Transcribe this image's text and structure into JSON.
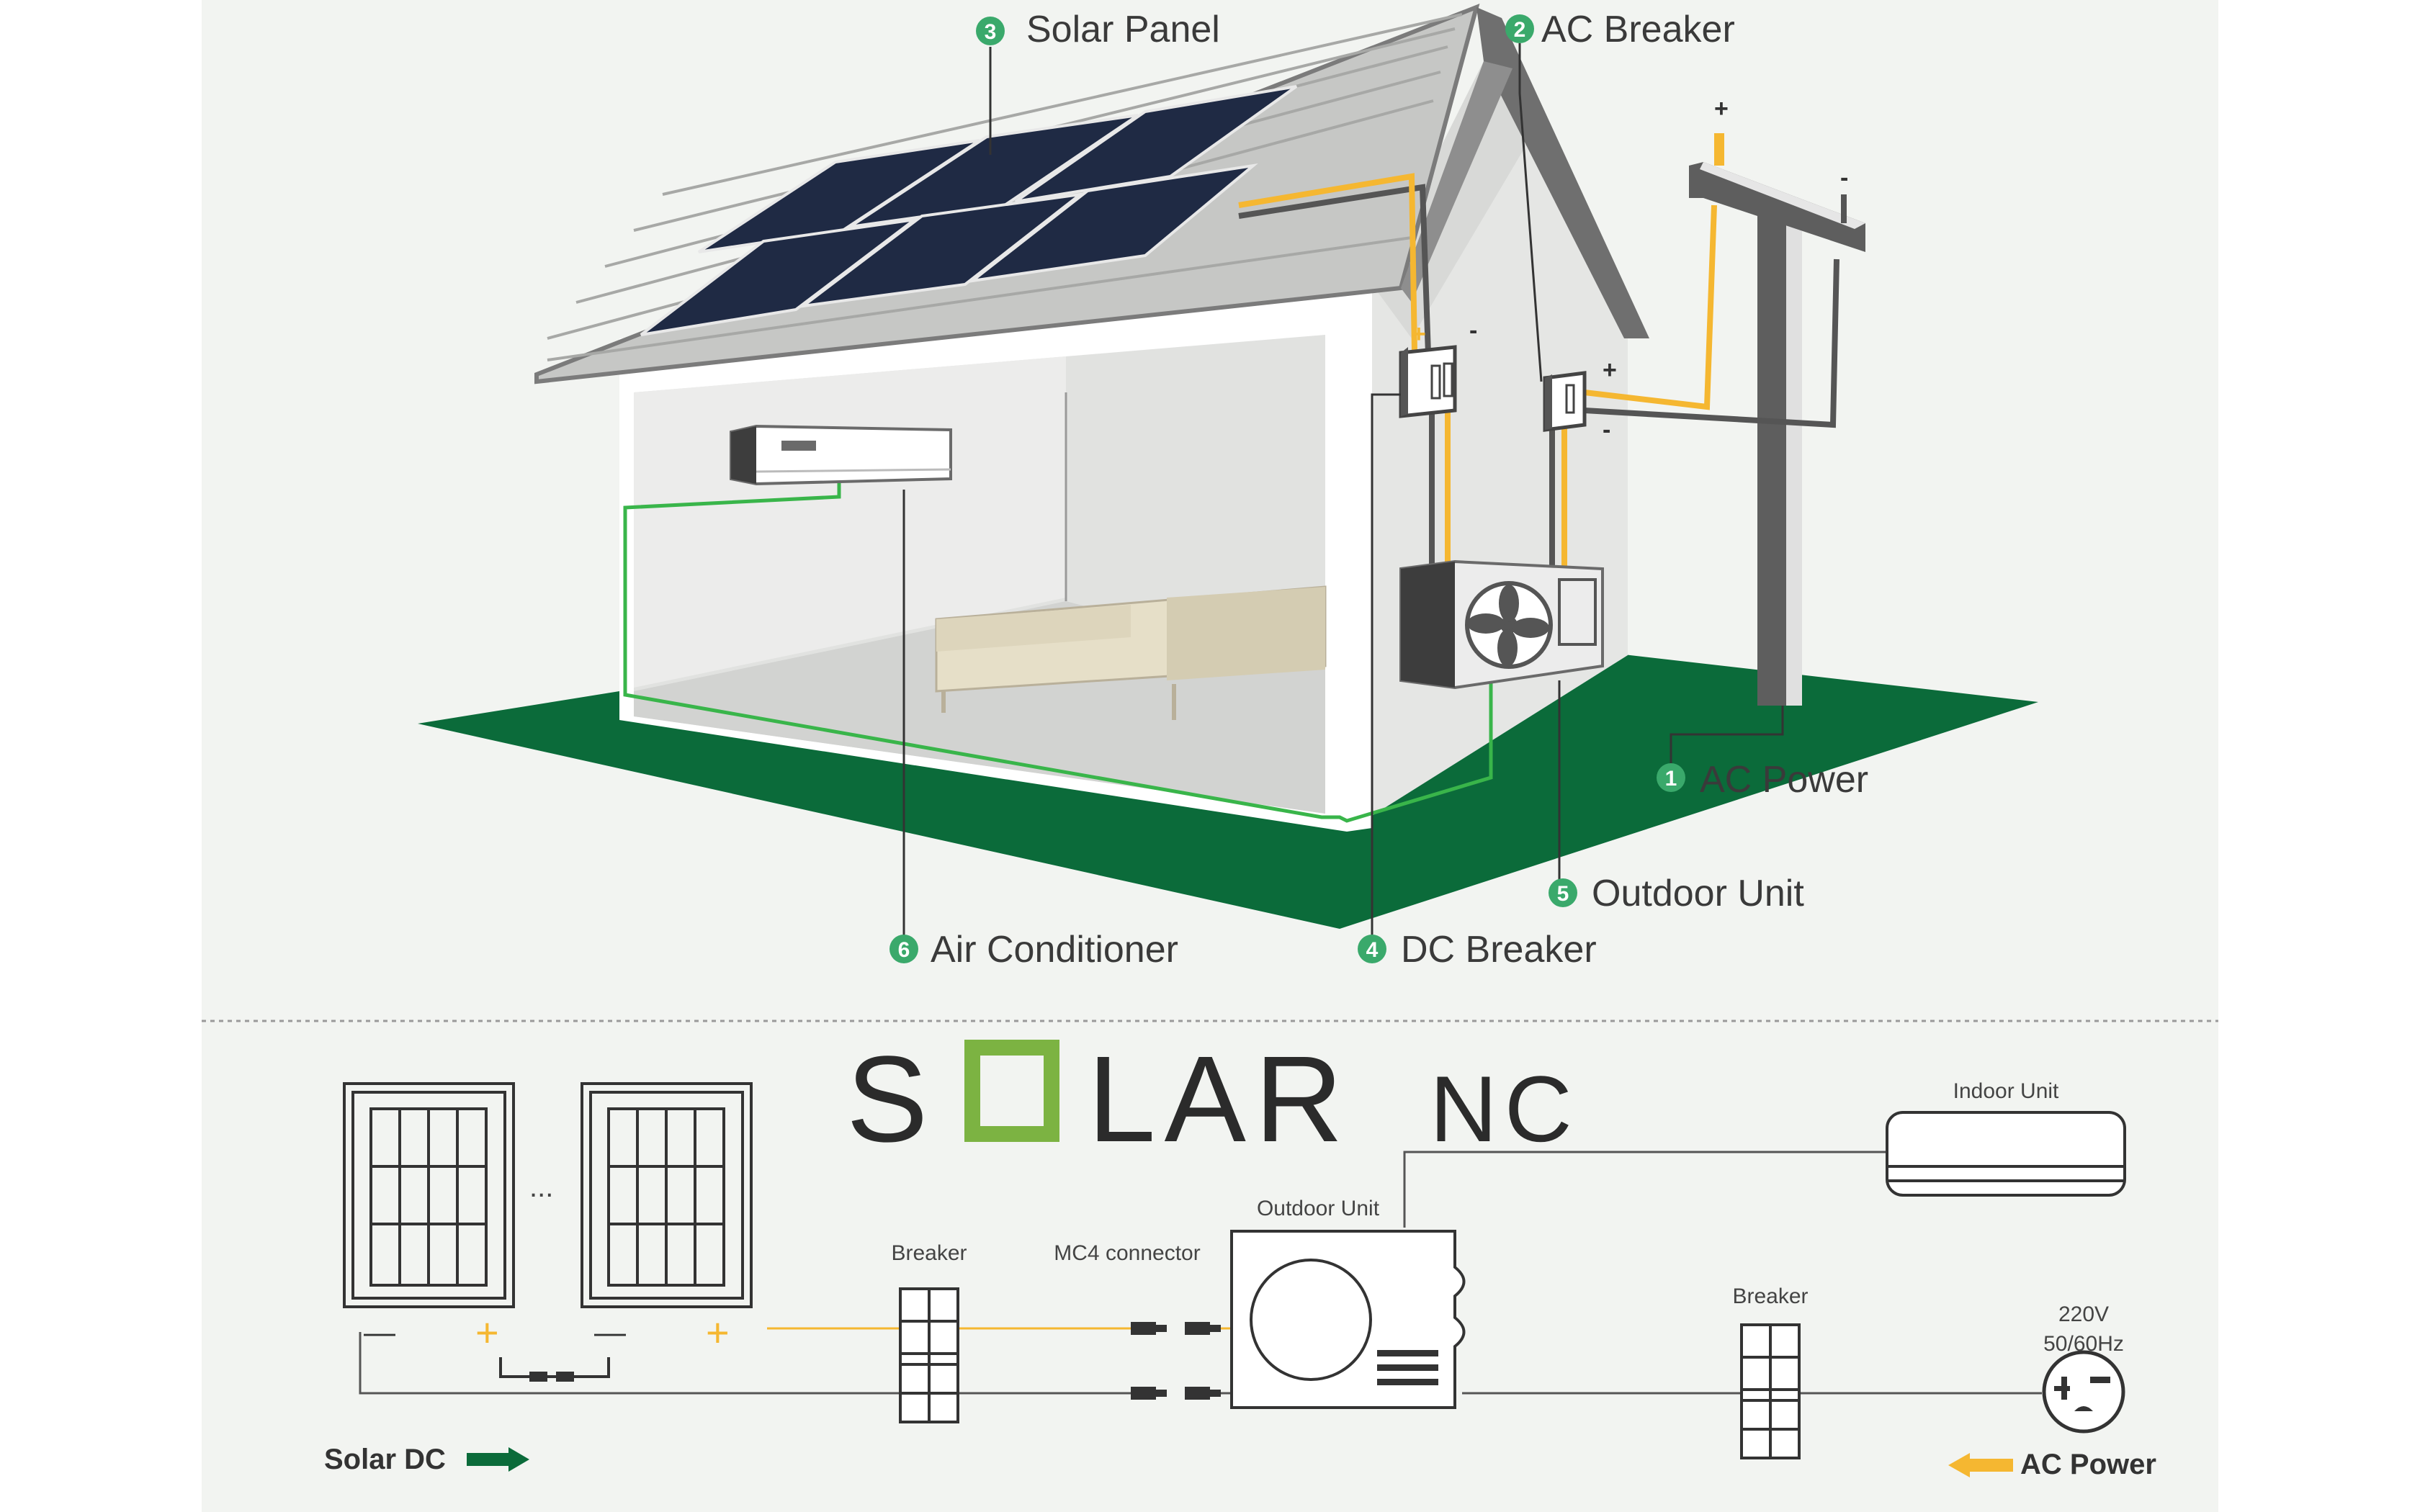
{
  "colors": {
    "background": "#f2f4f1",
    "ground": "#0b6b3a",
    "dc_wire": "#f5b731",
    "ac_wire": "#555555",
    "signal_wire": "#39b54a",
    "callout_badge": "#3aa96b",
    "logo_accent": "#7cb342",
    "arrow_green": "#0b6b3a",
    "arrow_orange": "#f5b731"
  },
  "callouts": [
    {
      "number": "1",
      "label": "AC Power"
    },
    {
      "number": "2",
      "label": "AC Breaker"
    },
    {
      "number": "3",
      "label": "Solar Panel"
    },
    {
      "number": "4",
      "label": "DC Breaker"
    },
    {
      "number": "5",
      "label": "Outdoor Unit"
    },
    {
      "number": "6",
      "label": "Air Conditioner"
    }
  ],
  "house_signs": {
    "dc_plus": "+",
    "dc_minus": "-",
    "ac_plus": "+",
    "ac_minus": "-",
    "pole_plus": "+",
    "pole_minus": "-"
  },
  "logo": {
    "prefix": "S",
    "highlight": "O",
    "suffix": "LAR",
    "sub": "NC"
  },
  "schematic": {
    "indoor_unit": "Indoor Unit",
    "outdoor_unit": "Outdoor Unit",
    "breaker_left": "Breaker",
    "mc4": "MC4 connector",
    "breaker_right": "Breaker",
    "voltage": "220V",
    "frequency": "50/60Hz",
    "ellipsis": "...",
    "minus_sign": "—",
    "plus_sign": "+"
  },
  "legend": {
    "solar_dc": "Solar DC",
    "ac_power": "AC Power"
  }
}
